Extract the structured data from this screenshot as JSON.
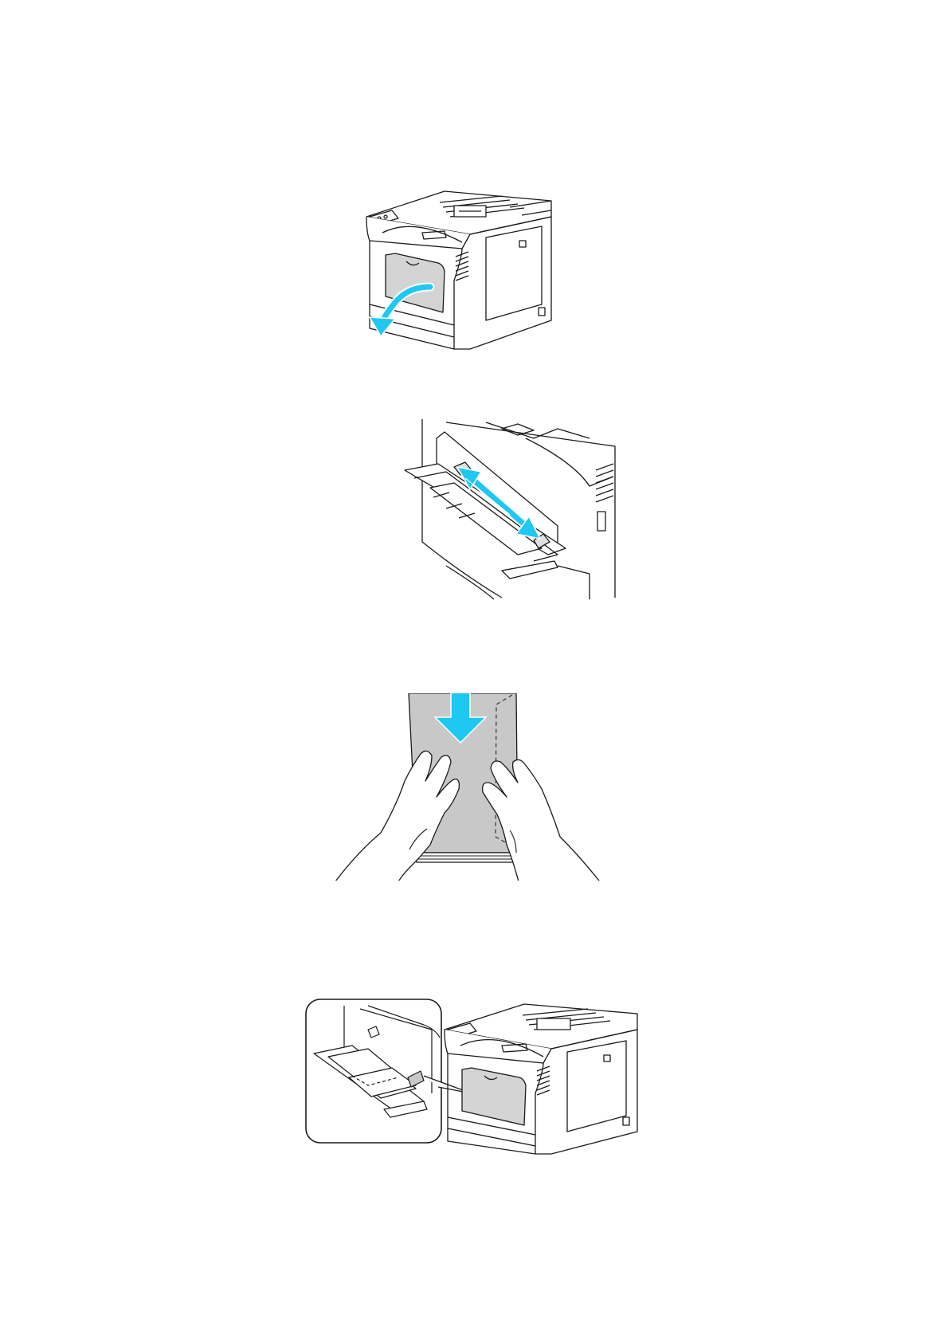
{
  "page": {
    "background": "#ffffff",
    "accent_color": "#1ec8f0",
    "line_color": "#1a1a1a",
    "paper_fill": "#c8c8c8"
  },
  "figures": [
    {
      "name": "open-bypass-tray",
      "icon": "curved-arrow-icon"
    },
    {
      "name": "adjust-paper-guides",
      "icon": "double-arrow-icon"
    },
    {
      "name": "prepare-envelopes",
      "icon": "down-arrow-icon"
    },
    {
      "name": "load-envelopes-in-tray",
      "icon": "callout-inset"
    }
  ]
}
